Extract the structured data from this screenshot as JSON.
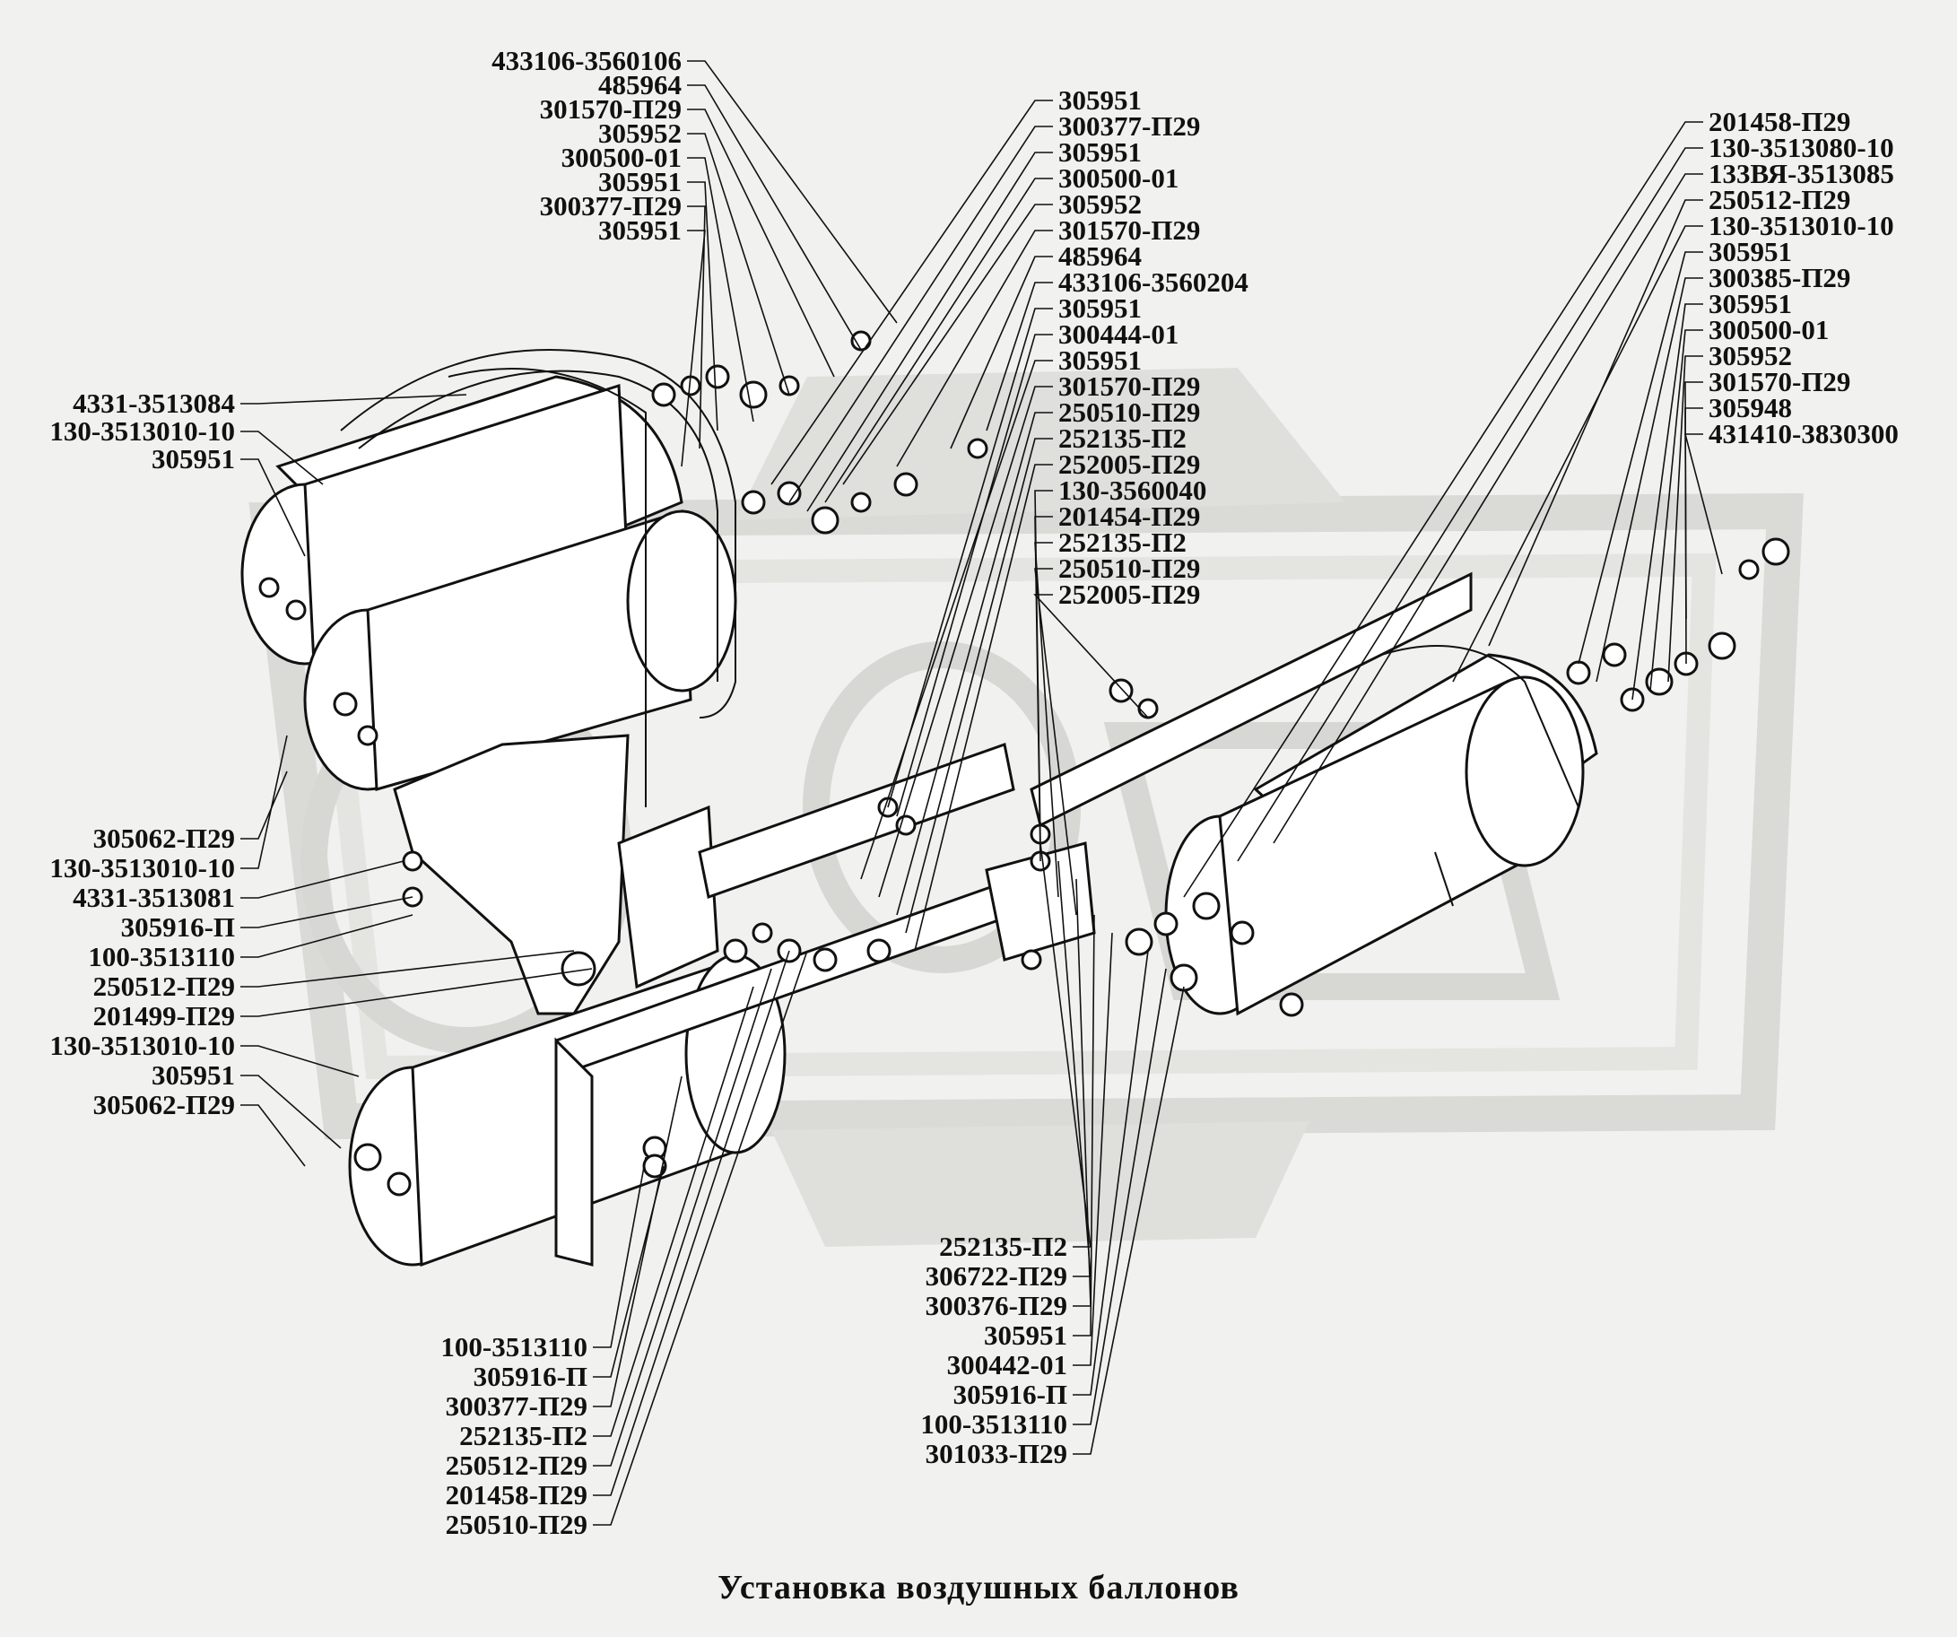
{
  "caption": "Установка воздушных баллонов",
  "watermark_color": "#d9d9d6",
  "line_color": "#111111",
  "labels": {
    "top_left": [
      "433106-3560106",
      "485964",
      "301570-П29",
      "305952",
      "300500-01",
      "305951",
      "300377-П29",
      "305951"
    ],
    "left": [
      "4331-3513084",
      "130-3513010-10",
      "305951"
    ],
    "left_lower": [
      "305062-П29",
      "130-3513010-10",
      "4331-3513081",
      "305916-П",
      "100-3513110",
      "250512-П29",
      "201499-П29",
      "130-3513010-10",
      "305951",
      "305062-П29"
    ],
    "center_column": [
      "305951",
      "300377-П29",
      "305951",
      "300500-01",
      "305952",
      "301570-П29",
      "485964",
      "433106-3560204",
      "305951",
      "300444-01",
      "305951",
      "301570-П29",
      "250510-П29",
      "252135-П2",
      "252005-П29",
      "130-3560040",
      "201454-П29",
      "252135-П2",
      "250510-П29",
      "252005-П29"
    ],
    "right_column": [
      "201458-П29",
      "130-3513080-10",
      "133ВЯ-3513085",
      "250512-П29",
      "130-3513010-10",
      "305951",
      "300385-П29",
      "305951",
      "300500-01",
      "305952",
      "301570-П29",
      "305948",
      "431410-3830300"
    ],
    "bottom_center": [
      "100-3513110",
      "305916-П",
      "300377-П29",
      "252135-П2",
      "250512-П29",
      "201458-П29",
      "250510-П29"
    ],
    "bottom_right": [
      "252135-П2",
      "306722-П29",
      "300376-П29",
      "305951",
      "300442-01",
      "305916-П",
      "100-3513110",
      "301033-П29"
    ]
  }
}
